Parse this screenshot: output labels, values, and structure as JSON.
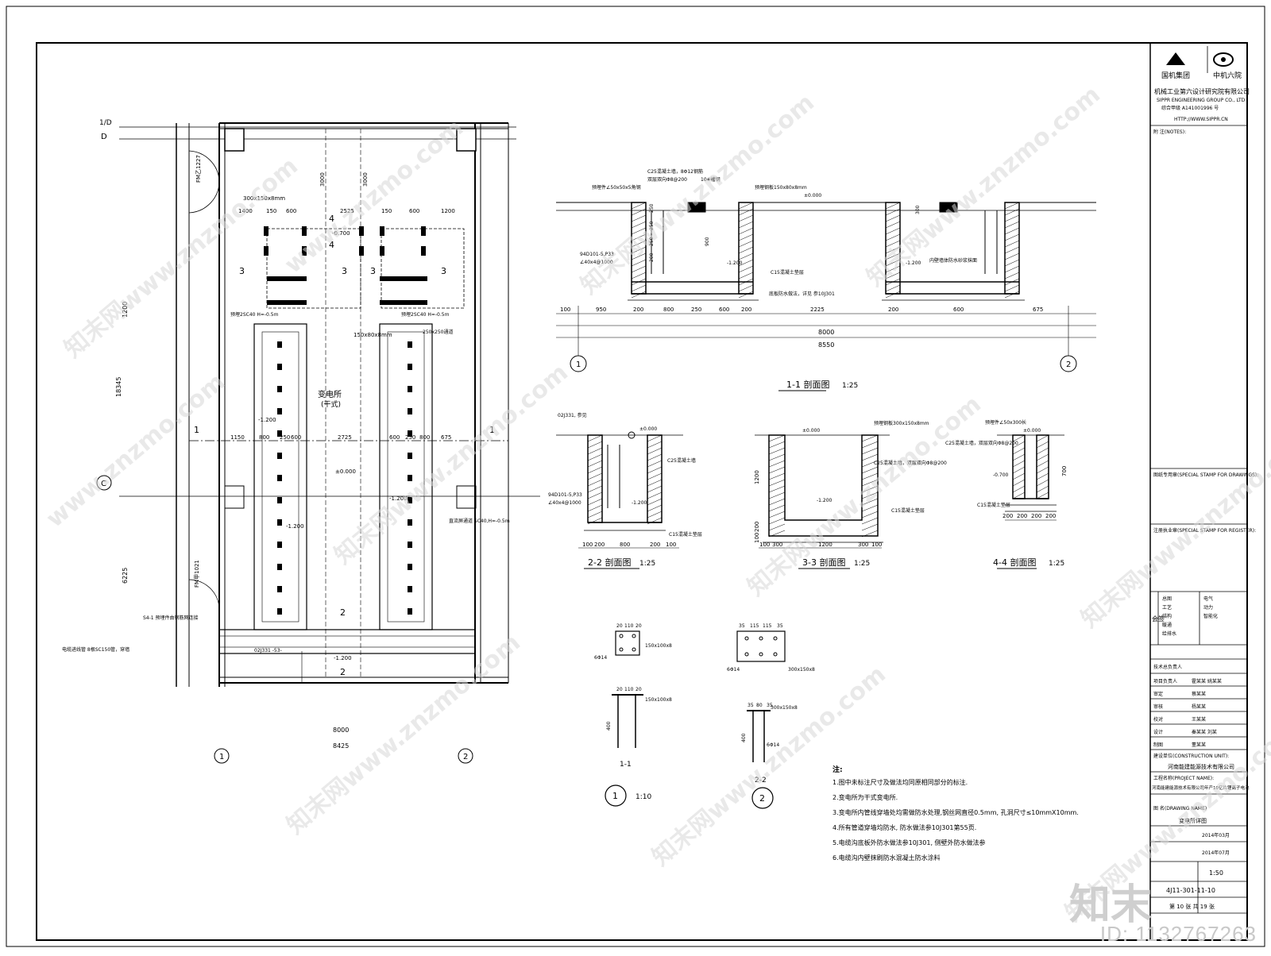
{
  "title_block": {
    "group_left": "国机集团",
    "group_right": "中机六院",
    "institute_cn": "机械工业第六设计研究院有限公司",
    "institute_en": "SIPPR ENGINEERING GROUP CO., LTD",
    "license": "综合甲级 A141001996 号",
    "url": "HTTP://WWW.SIPPR.CN",
    "notes_label": "附  注(NOTES):",
    "stamp_label": "图纸专用章(SPECIAL STAMP FOR DRAWINGS):",
    "reg_stamp_label": "注册执业章(SPECIAL STAMP FOR REGISTER):",
    "disciplines": [
      "总图",
      "工艺",
      "结构",
      "暖通",
      "给排水",
      "电气",
      "动力",
      "智能化"
    ],
    "countersign": "会签",
    "rows": [
      {
        "label": "技术总负责人",
        "value": ""
      },
      {
        "label": "项目负责人",
        "value": "霍某某  姚某某"
      },
      {
        "label": "审定",
        "value": "蔡某某"
      },
      {
        "label": "审核",
        "value": "杨某某"
      },
      {
        "label": "校对",
        "value": "王某某"
      },
      {
        "label": "设计",
        "value": "秦某某  刘某"
      },
      {
        "label": "制图",
        "value": "董某某"
      }
    ],
    "construction_unit_label": "建设单位(CONSTRUCTION UNIT):",
    "construction_unit": "河南能建能源技术有限公司",
    "project_label": "工程名称(PROJECT NAME):",
    "project_name": "河南能建能源技术有限公司年产10亿片锂离子电池",
    "drawing_label": "图  名(DRAWING NAME)",
    "drawing_name": "变电所详图",
    "date1": "2014年03月",
    "date2": "2014年07月",
    "scale": "1:50",
    "drawing_no": "4J11-301-11-10",
    "sheet_no": "第 10 张 共 19 张"
  },
  "plan": {
    "axis_top": [
      "1/D",
      "D"
    ],
    "axis_mid": "C",
    "axis_bottom": [
      "1",
      "2"
    ],
    "room_label": "变电所",
    "room_sub": "(干式)",
    "door_top": "FM乙1227",
    "door_bottom": "FM甲1021",
    "dims_top": [
      "1400",
      "150",
      "600",
      "2525",
      "150",
      "600",
      "1200"
    ],
    "dims_mid": [
      "1150",
      "800",
      "250",
      "600",
      "2725",
      "600",
      "250",
      "800",
      "675"
    ],
    "dims_bottom_total": "8000",
    "dims_bottom_overall": "8425",
    "dim_left_a": "1200",
    "dim_left_b": "18345",
    "dim_left_c": "6225",
    "dim_3000": "3000",
    "levels": [
      "-1.200",
      "-0.700",
      "±0.000",
      "-1.200",
      "-1.200",
      "-1.200"
    ],
    "notes": [
      "300x150x8mm",
      "150x80x8mm",
      "预埋2SC40 H=-0.5m",
      "250x250通道",
      "电缆进线管 8根SC150管，穿墙",
      "02J331 -53-",
      "S4-1 预埋件由钢筋网连接",
      "直流屏通道 SC40,H=-0.5m"
    ],
    "section_marks": [
      "1",
      "2",
      "3",
      "4"
    ]
  },
  "section_1_1": {
    "title": "1-1  剖面图",
    "scale": "1:25",
    "dims_row1": [
      "100",
      "950",
      "200",
      "800",
      "250",
      "600",
      "200",
      "2225",
      "200",
      "600",
      "675"
    ],
    "dims_total": "8000",
    "dims_overall": "8550",
    "axis": [
      "1",
      "2"
    ],
    "notes": [
      "C25混凝土墙，8Φ12钢筋",
      "双层双向Φ8@200",
      "预埋件∠50x50x5角钢",
      "10#槽钢",
      "预埋钢板150x80x8mm",
      "±0.000",
      "-1.200",
      "C15混凝土垫层",
      "94D101-5,P33",
      "∠40x4@1000",
      "底板防水做法，详见 参10J301",
      "内壁墙体防水砂浆抹面"
    ],
    "dims_vert": [
      "250",
      "250",
      "250",
      "200",
      "900",
      "300"
    ]
  },
  "section_2_2": {
    "title": "2-2  剖面图",
    "scale": "1:25",
    "dims": [
      "100",
      "200",
      "800",
      "200",
      "100"
    ],
    "notes": [
      "±0.000",
      "-1.200",
      "C25混凝土墙",
      "C15混凝土垫层",
      "94D101-5,P33",
      "∠40x4@1000",
      "02J331, 参见"
    ]
  },
  "section_3_3": {
    "title": "3-3  剖面图",
    "scale": "1:25",
    "dims": [
      "100",
      "300",
      "1200",
      "300",
      "100"
    ],
    "vert": [
      "1200",
      "200",
      "100"
    ],
    "notes": [
      "预埋钢板300x150x8mm",
      "±0.000",
      "-1.200",
      "C15混凝土垫层",
      "C25混凝土墙，双层双向Φ8@200"
    ]
  },
  "section_4_4": {
    "title": "4-4  剖面图",
    "scale": "1:25",
    "dims": [
      "200",
      "200",
      "200",
      "200"
    ],
    "vert": [
      "700"
    ],
    "notes": [
      "预埋件∠50x300长",
      "±0.000",
      "-0.700",
      "C15混凝土垫层",
      "C25混凝土墙，双层双向Φ8@200"
    ]
  },
  "detail_1": {
    "label": "1",
    "scale": "1:10",
    "sub": "1-1",
    "dims": [
      "20",
      "110",
      "20"
    ],
    "vert": [
      "400"
    ],
    "plate": "150x100x8",
    "bar": "6Φ14"
  },
  "detail_2": {
    "label": "2",
    "sub": "2-2",
    "dims": [
      "35",
      "115",
      "115",
      "35"
    ],
    "dims2": [
      "35",
      "80",
      "35"
    ],
    "vert": [
      "400"
    ],
    "plate": "300x150x8",
    "bar": "6Φ14"
  },
  "notes_block": {
    "heading": "注:",
    "lines": [
      "1.图中未标注尺寸及做法均同原相同部分的标注.",
      "2.变电所为干式变电所.",
      "3.变电所内管线穿墙处均需做防水处理,钢丝网直径0.5mm, 孔洞尺寸≤10mmX10mm.",
      "4.所有管道穿墙均防水, 防水做法参10J301第55页.",
      "5.电缆沟底板外防水做法参10J301, 侧壁外防水做法参",
      "6.电缆沟内壁抹刷防水混凝土防水涂料"
    ]
  },
  "watermarks": [
    "www.znzmo.com",
    "知末网www.znzmo.com",
    "知末"
  ],
  "image_id": "ID: 1132767263"
}
